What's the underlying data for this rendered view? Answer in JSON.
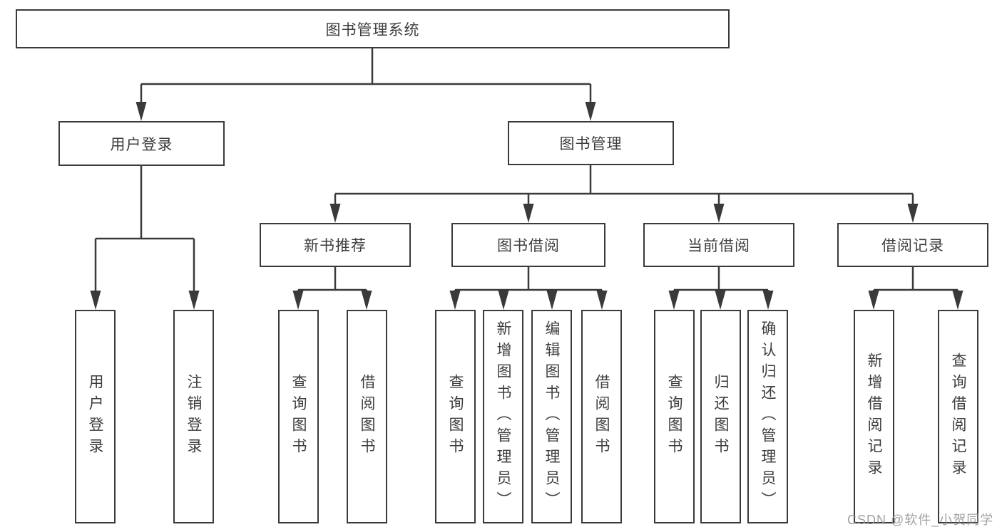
{
  "diagram": {
    "root": {
      "label": "图书管理系统"
    },
    "level2": [
      {
        "label": "用户登录"
      },
      {
        "label": "图书管理"
      }
    ],
    "level3": [
      {
        "label": "新书推荐"
      },
      {
        "label": "图书借阅"
      },
      {
        "label": "当前借阅"
      },
      {
        "label": "借阅记录"
      }
    ],
    "leaves": {
      "user_login": [
        {
          "label": "用户登录"
        },
        {
          "label": "注销登录"
        }
      ],
      "new_books": [
        {
          "label": "查询图书"
        },
        {
          "label": "借阅图书"
        }
      ],
      "book_borrow": [
        {
          "label": "查询图书"
        },
        {
          "label": "新增图书（管理员）"
        },
        {
          "label": "编辑图书（管理员）"
        },
        {
          "label": "借阅图书"
        }
      ],
      "current_borrow": [
        {
          "label": "查询图书"
        },
        {
          "label": "归还图书"
        },
        {
          "label": "确认归还（管理员）"
        }
      ],
      "borrow_records": [
        {
          "label": "新增借阅记录"
        },
        {
          "label": "查询借阅记录"
        }
      ]
    },
    "watermark": "CSDN @软件_小贺同学",
    "colors": {
      "line": "#3a3a3a",
      "text": "#3d3d3d",
      "box_background": "#ffffff",
      "page_background": "#ffffff",
      "watermark": "#919191"
    }
  }
}
